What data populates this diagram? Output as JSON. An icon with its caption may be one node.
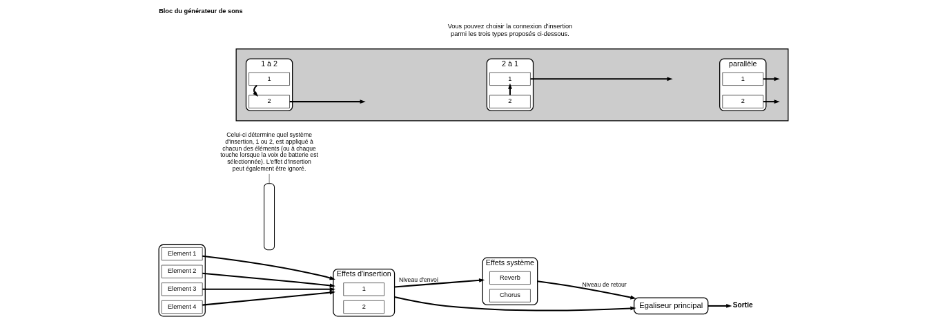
{
  "diagram": {
    "title": "Bloc du générateur de sons",
    "nodes": [
      {
        "text": [],
        "shape": "box"
      },
      {
        "text": [
          "Element 1"
        ],
        "in": 0
      },
      {
        "text": [
          "Element 2"
        ],
        "in": 0
      },
      {
        "text": [
          "Element 3"
        ],
        "in": 0
      },
      {
        "text": [
          "Element 4"
        ],
        "in": 0
      },
      {
        "text": [],
        "shape": "bar"
      },
      {
        "text": [
          "Effets d'insertion"
        ]
      },
      {
        "text": [
          "1"
        ],
        "in": 6
      },
      {
        "text": [
          "2"
        ],
        "in": 6
      },
      {
        "text": [
          "Effets système"
        ]
      },
      {
        "text": [
          "Reverb"
        ],
        "in": 9
      },
      {
        "text": [
          "Chorus"
        ],
        "in": 9
      },
      {
        "text": [
          "Egaliseur principal"
        ]
      },
      {
        "text": [
          "Sortie"
        ]
      },
      {
        "text": [
          "Celui-ci détermine quel système d'insertion, 1 ou 2, est appliqué à chacun des éléments (ou à chaque touche lorsque la voix de batterie est sélectionnée). L'effet d'insertion peut également être ignoré."
        ]
      },
      {
        "text": [],
        "shape": "box"
      },
      {
        "text": [
          "1 à 2"
        ],
        "in": 15
      },
      {
        "text": [
          "1"
        ],
        "in": 16
      },
      {
        "text": [
          "2"
        ],
        "in": 16
      },
      {
        "text": [
          "2 à 1"
        ],
        "in": 15
      },
      {
        "text": [
          "1"
        ],
        "in": 19
      },
      {
        "text": [
          "2"
        ],
        "in": 19
      },
      {
        "text": [
          "parallèle"
        ],
        "in": 15
      },
      {
        "text": [
          "1"
        ],
        "in": 22
      },
      {
        "text": [
          "2"
        ],
        "in": 22
      }
    ],
    "edges": [
      {
        "from": 1,
        "to": 6,
        "arrow": "to"
      },
      {
        "from": 2,
        "to": 6,
        "arrow": "to"
      },
      {
        "from": 3,
        "to": 6,
        "arrow": "to"
      },
      {
        "from": 4,
        "to": 6,
        "arrow": "to"
      },
      {
        "from": 6,
        "to": 9,
        "arrow": "to",
        "label": "Niveau d'envoi"
      },
      {
        "from": 6,
        "to": 12,
        "arrow": "to"
      },
      {
        "from": 9,
        "to": 12,
        "arrow": "to",
        "label": "Niveau de retour"
      },
      {
        "from": 12,
        "to": 13,
        "arrow": "to"
      },
      {
        "from": 14,
        "to": 5,
        "arrow": "none"
      },
      {
        "from": 17,
        "to": 18,
        "arrow": "to"
      },
      {
        "from": 18,
        "to": null,
        "arrow": "to"
      },
      {
        "from": 21,
        "to": 20,
        "arrow": "to"
      },
      {
        "from": 20,
        "to": null,
        "arrow": "to"
      },
      {
        "from": 23,
        "to": null,
        "arrow": "to"
      },
      {
        "from": 24,
        "to": null,
        "arrow": "to"
      }
    ],
    "labels": [
      "Vous pouvez choisir la connexion d'insertion parmi les trois types proposés ci-dessous."
    ]
  }
}
